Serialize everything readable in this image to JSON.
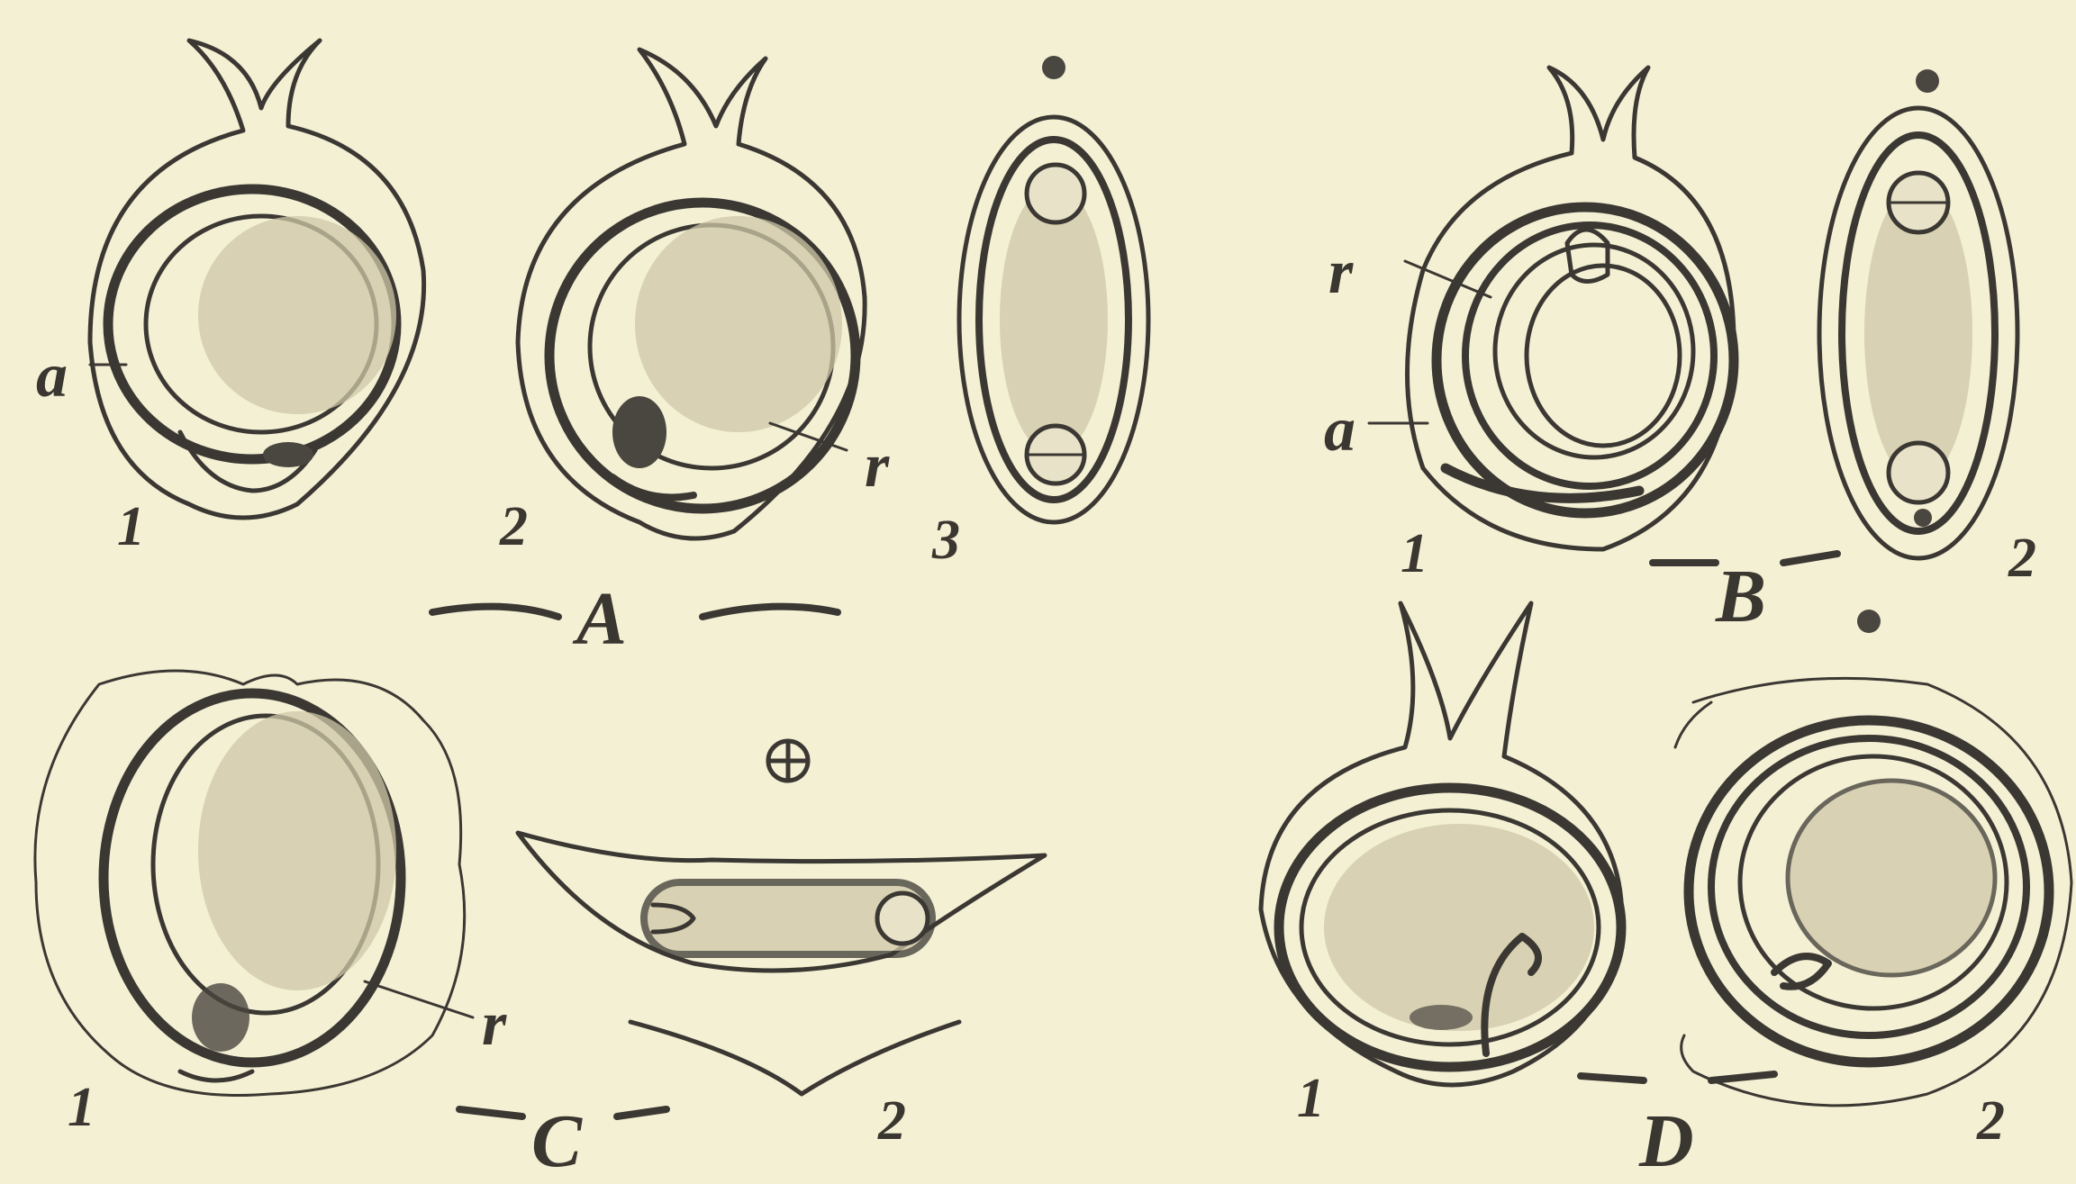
{
  "figure": {
    "groups": [
      {
        "id": "A",
        "letter": "A",
        "part_labels": [
          "1",
          "2",
          "3"
        ],
        "annotations": [
          "a",
          "r"
        ]
      },
      {
        "id": "B",
        "letter": "B",
        "part_labels": [
          "1",
          "2"
        ],
        "annotations": [
          "r",
          "a"
        ]
      },
      {
        "id": "C",
        "letter": "C",
        "part_labels": [
          "1",
          "2"
        ],
        "annotations": [
          "r"
        ]
      },
      {
        "id": "D",
        "letter": "D",
        "part_labels": [
          "1",
          "2"
        ],
        "annotations": []
      }
    ]
  },
  "icons": [
    "axis-dot-icon",
    "axis-cross-circle-icon"
  ],
  "colors": {
    "paper": "#f4f0d4",
    "ink": "#3b3833",
    "shade": "#cfc7a8"
  }
}
